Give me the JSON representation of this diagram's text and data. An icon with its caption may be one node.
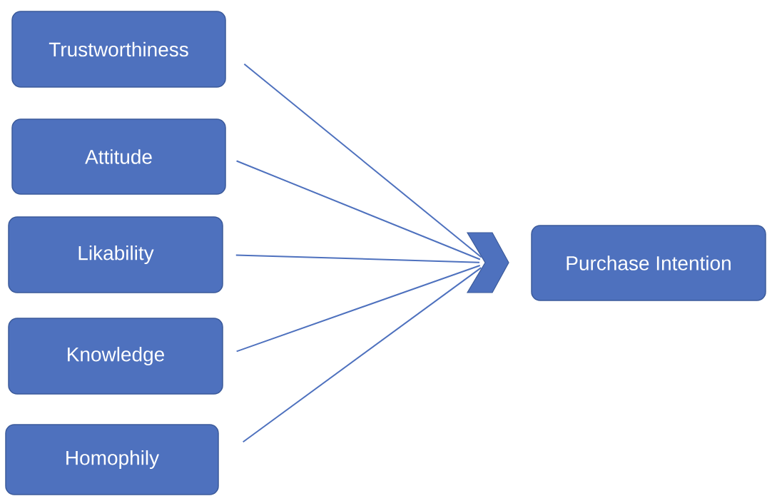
{
  "diagram": {
    "nodes": [
      {
        "text": [
          "Trustworthiness"
        ]
      },
      {
        "text": [
          "Attitude"
        ]
      },
      {
        "text": [
          "Likability"
        ]
      },
      {
        "text": [
          "Knowledge"
        ]
      },
      {
        "text": [
          "Homophily"
        ]
      },
      {
        "text": [],
        "shape": "chevron"
      },
      {
        "text": [
          "Purchase Intention"
        ]
      }
    ],
    "edges": [
      {
        "from": 0,
        "to": 5,
        "arrow": "none"
      },
      {
        "from": 1,
        "to": 5,
        "arrow": "none"
      },
      {
        "from": 2,
        "to": 5,
        "arrow": "none"
      },
      {
        "from": 3,
        "to": 5,
        "arrow": "none"
      },
      {
        "from": 4,
        "to": 5,
        "arrow": "none"
      }
    ]
  }
}
